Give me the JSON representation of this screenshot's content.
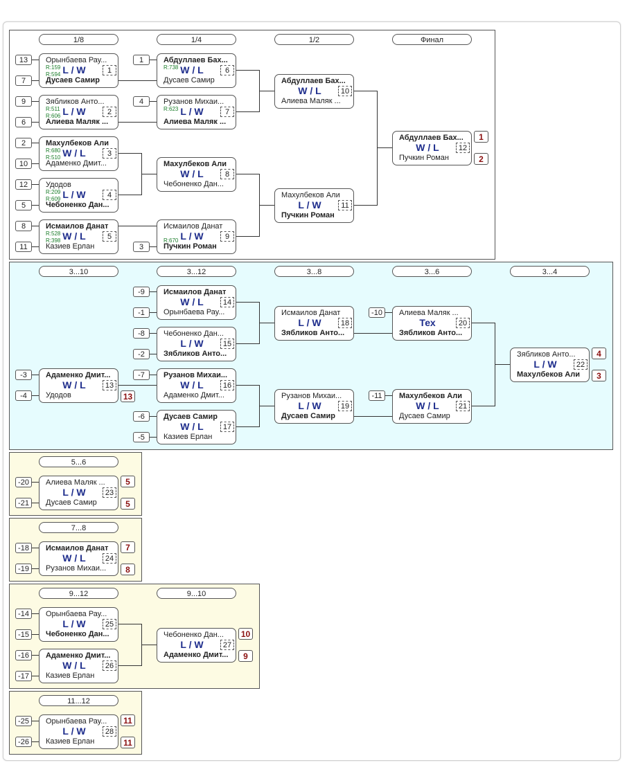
{
  "rounds": {
    "main": [
      "1/8",
      "1/4",
      "1/2",
      "Финал"
    ],
    "consolation": [
      "3...10",
      "3...12",
      "3...8",
      "3...6",
      "3...4"
    ],
    "p56": "5...6",
    "p78": "7...8",
    "p912": [
      "9...12",
      "9...10"
    ],
    "p1112": "11...12"
  },
  "seeds": [
    "13",
    "7",
    "9",
    "6",
    "2",
    "10",
    "12",
    "5",
    "8",
    "11",
    "1",
    "4",
    "3",
    "-9",
    "-1",
    "-8",
    "-2",
    "-3",
    "-4",
    "-7",
    "-6",
    "-5",
    "-10",
    "-11",
    "-20",
    "-21",
    "-18",
    "-19",
    "-14",
    "-15",
    "-16",
    "-17",
    "-25",
    "-26"
  ],
  "matches": {
    "m1": {
      "p1": "Орынбаева Рау...",
      "p2": "Дусаев Самир",
      "res": "L / W",
      "num": "1",
      "r1": "R:159",
      "r2": "R:594"
    },
    "m2": {
      "p1": "Зябликов Анто...",
      "p2": "Алиева Маляк ...",
      "res": "L / W",
      "num": "2",
      "r1": "R:511",
      "r2": "R:606"
    },
    "m3": {
      "p1": "Махулбеков Али",
      "p2": "Адаменко Дмит...",
      "res": "W / L",
      "num": "3",
      "r1": "R:680",
      "r2": "R:510"
    },
    "m4": {
      "p1": "Удодов",
      "p2": "Чебоненко Дан...",
      "res": "L / W",
      "num": "4",
      "r1": "R:209",
      "r2": "R:609"
    },
    "m5": {
      "p1": "Исмаилов Данат",
      "p2": "Казиев Ерлан",
      "res": "W / L",
      "num": "5",
      "r1": "R:528",
      "r2": "R:398"
    },
    "m6": {
      "p1": "Абдуллаев Бах...",
      "p2": "Дусаев Самир",
      "res": "W / L",
      "num": "6",
      "r1": "R:738"
    },
    "m7": {
      "p1": "Рузанов Михаи...",
      "p2": "Алиева Маляк ...",
      "res": "L / W",
      "num": "7",
      "r1": "R:623"
    },
    "m8": {
      "p1": "Махулбеков Али",
      "p2": "Чебоненко Дан...",
      "res": "W / L",
      "num": "8"
    },
    "m9": {
      "p1": "Исмаилов Данат",
      "p2": "Пучкин Роман",
      "res": "L / W",
      "num": "9",
      "r2": "R:670"
    },
    "m10": {
      "p1": "Абдуллаев Бах...",
      "p2": "Алиева Маляк ...",
      "res": "W / L",
      "num": "10"
    },
    "m11": {
      "p1": "Махулбеков Али",
      "p2": "Пучкин Роман",
      "res": "L / W",
      "num": "11"
    },
    "m12": {
      "p1": "Абдуллаев Бах...",
      "p2": "Пучкин Роман",
      "res": "W / L",
      "num": "12"
    },
    "m13": {
      "p1": "Адаменко Дмит...",
      "p2": "Удодов",
      "res": "W / L",
      "num": "13"
    },
    "m14": {
      "p1": "Исмаилов Данат",
      "p2": "Орынбаева Рау...",
      "res": "W / L",
      "num": "14"
    },
    "m15": {
      "p1": "Чебоненко Дан...",
      "p2": "Зябликов Анто...",
      "res": "L / W",
      "num": "15"
    },
    "m16": {
      "p1": "Рузанов Михаи...",
      "p2": "Адаменко Дмит...",
      "res": "W / L",
      "num": "16"
    },
    "m17": {
      "p1": "Дусаев Самир",
      "p2": "Казиев Ерлан",
      "res": "W / L",
      "num": "17"
    },
    "m18": {
      "p1": "Исмаилов Данат",
      "p2": "Зябликов Анто...",
      "res": "L / W",
      "num": "18"
    },
    "m19": {
      "p1": "Рузанов Михаи...",
      "p2": "Дусаев Самир",
      "res": "L / W",
      "num": "19"
    },
    "m20": {
      "p1": "Алиева Маляк ...",
      "p2": "Зябликов Анто...",
      "res": "Тех",
      "num": "20"
    },
    "m21": {
      "p1": "Махулбеков Али",
      "p2": "Дусаев Самир",
      "res": "W / L",
      "num": "21"
    },
    "m22": {
      "p1": "Зябликов Анто...",
      "p2": "Махулбеков Али",
      "res": "L / W",
      "num": "22"
    },
    "m23": {
      "p1": "Алиева Маляк ...",
      "p2": "Дусаев Самир",
      "res": "L / W",
      "num": "23"
    },
    "m24": {
      "p1": "Исмаилов Данат",
      "p2": "Рузанов Михаи...",
      "res": "W / L",
      "num": "24"
    },
    "m25": {
      "p1": "Орынбаева Рау...",
      "p2": "Чебоненко Дан...",
      "res": "L / W",
      "num": "25"
    },
    "m26": {
      "p1": "Адаменко Дмит...",
      "p2": "Казиев Ерлан",
      "res": "W / L",
      "num": "26"
    },
    "m27": {
      "p1": "Чебоненко Дан...",
      "p2": "Адаменко Дмит...",
      "res": "L / W",
      "num": "27"
    },
    "m28": {
      "p1": "Орынбаева Рау...",
      "p2": "Казиев Ерлан",
      "res": "L / W",
      "num": "28"
    }
  },
  "places": {
    "final_1": "1",
    "final_2": "2",
    "m13": "13",
    "m22_1": "4",
    "m22_2": "3",
    "m23_1": "5",
    "m23_2": "5",
    "m24_1": "7",
    "m24_2": "8",
    "m27_1": "10",
    "m27_2": "9",
    "m28_1": "11",
    "m28_2": "11"
  },
  "colors": {
    "result": "#1e2d8c",
    "place": "#8b1010",
    "rating": "#1b7d2a",
    "cyan_panel": "#e6fcfe",
    "yellow_panel": "#fdfbe3"
  }
}
